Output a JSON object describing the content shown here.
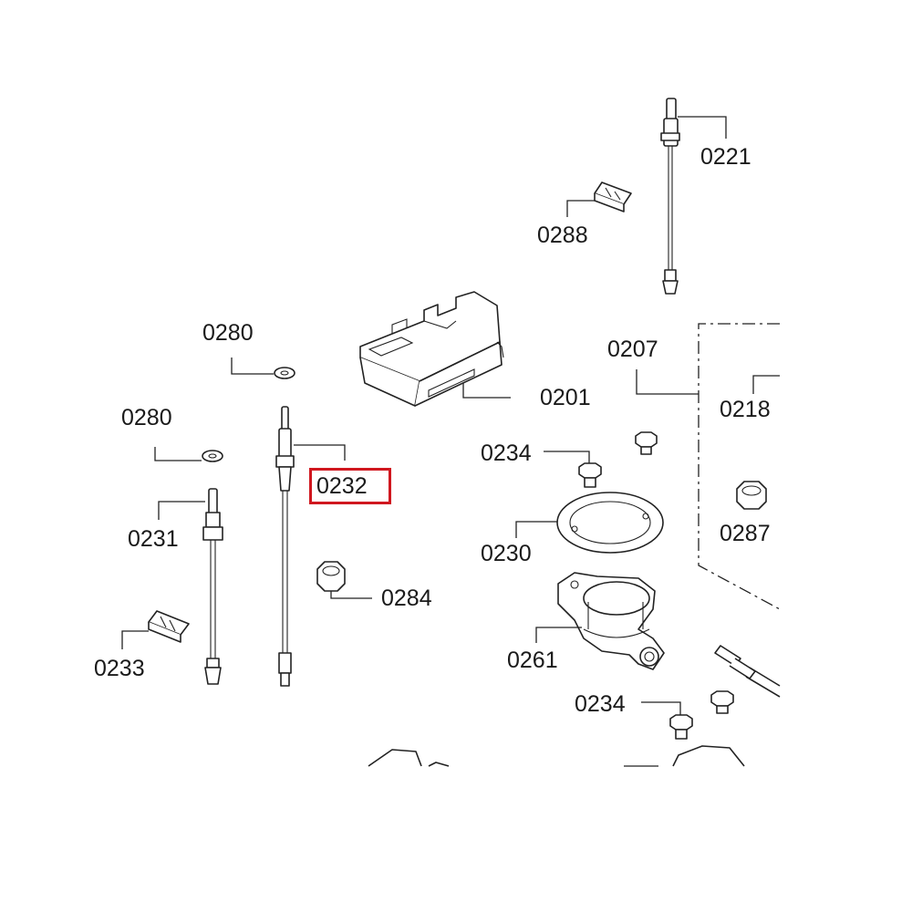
{
  "diagram": {
    "labels": {
      "p0221": "0221",
      "p0288": "0288",
      "p0280a": "0280",
      "p0280b": "0280",
      "p0207": "0207",
      "p0201": "0201",
      "p0218": "0218",
      "p0234a": "0234",
      "p0232": "0232",
      "p0231": "0231",
      "p0287": "0287",
      "p0230": "0230",
      "p0284": "0284",
      "p0233": "0233",
      "p0261": "0261",
      "p0234b": "0234"
    },
    "highlighted_part": "0232",
    "highlight_color": "#d0171f"
  }
}
